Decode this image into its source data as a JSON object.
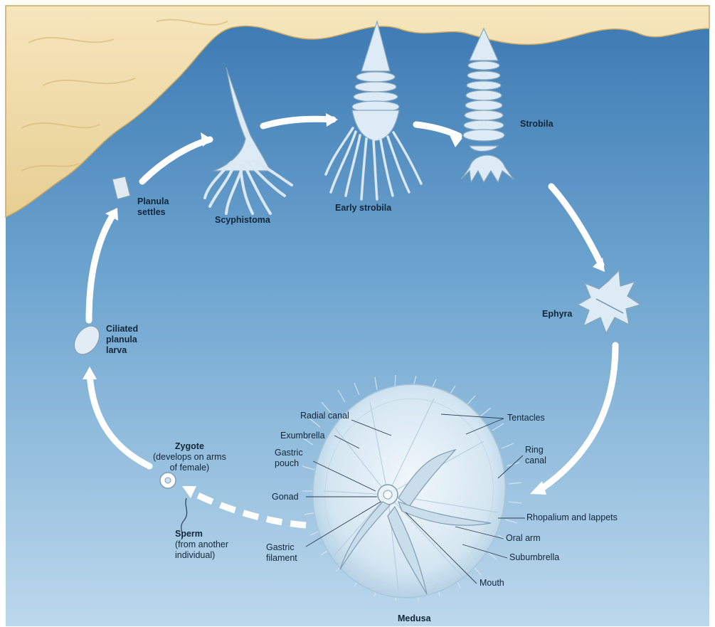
{
  "stages": {
    "planula_settles": [
      "Planula",
      "settles"
    ],
    "scyphistoma": "Scyphistoma",
    "early_strobila": "Early strobila",
    "strobila": "Strobila",
    "ephyra": "Ephyra",
    "ciliated_planula_larva": [
      "Ciliated",
      "planula",
      "larva"
    ],
    "zygote": "Zygote",
    "zygote_note": [
      "(develops on arms",
      "of female)"
    ],
    "sperm": "Sperm",
    "sperm_note": [
      "(from another",
      "individual)"
    ],
    "medusa": "Medusa"
  },
  "medusa_parts": {
    "radial_canal": "Radial canal",
    "exumbrella": "Exumbrella",
    "gastric_pouch": [
      "Gastric",
      "pouch"
    ],
    "gonad": "Gonad",
    "gastric_filament": [
      "Gastric",
      "filament"
    ],
    "tentacles": "Tentacles",
    "ring_canal": [
      "Ring",
      "canal"
    ],
    "rhopalium_and_lappets": "Rhopalium and lappets",
    "oral_arm": "Oral arm",
    "subumbrella": "Subumbrella",
    "mouth": "Mouth"
  },
  "colors": {
    "water_top": "#3f7db6",
    "water_bottom": "#b6d5ea",
    "rock": "#eed9a4",
    "arrow": "#ffffff",
    "organism": "#dcebf5",
    "text": "#12263a"
  }
}
